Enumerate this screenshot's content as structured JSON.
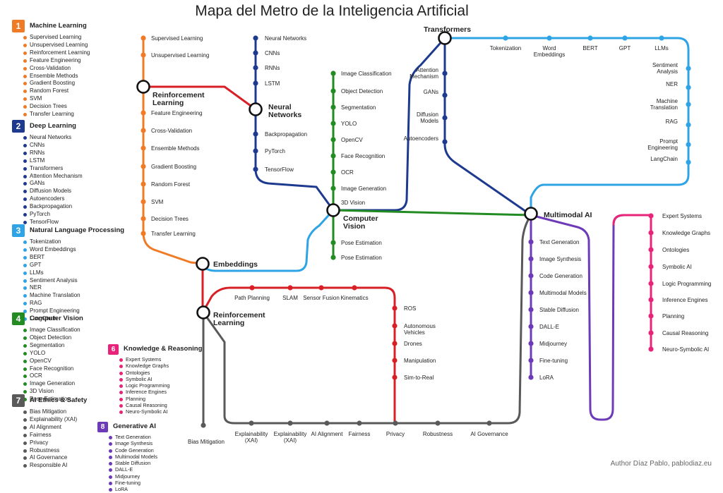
{
  "title": "Mapa del Metro de la Inteligencia Artificial",
  "author": "Author Díaz Pablo, pablodiaz.eu",
  "colors": {
    "ml": "#f07b27",
    "dl": "#1d3a8f",
    "nlp": "#2ea4e6",
    "cv": "#228b22",
    "ethics": "#595959",
    "kr": "#e8247a",
    "gen": "#6d3ab8",
    "robot": "#d91f26"
  },
  "legend": [
    {
      "num": "1",
      "title": "Machine Learning",
      "color_key": "ml",
      "items": [
        "Supervised Learning",
        "Unsupervised Learning",
        "Reinforcement Learning",
        "Feature Engineering",
        "Cross-Validation",
        "Ensemble Methods",
        "Gradient Boosting",
        "Random Forest",
        "SVM",
        "Decision Trees",
        "Transfer Learning"
      ]
    },
    {
      "num": "2",
      "title": "Deep Learning",
      "color_key": "dl",
      "items": [
        "Neural Networks",
        "CNNs",
        "RNNs",
        "LSTM",
        "Transformers",
        "Attention Mechanism",
        "GANs",
        "Diffusion Models",
        "Autoencoders",
        "Backpropagation",
        "PyTorch",
        "TensorFlow"
      ]
    },
    {
      "num": "3",
      "title": "Natural Language Processing",
      "color_key": "nlp",
      "items": [
        "Tokenization",
        "Word Embeddings",
        "BERT",
        "GPT",
        "LLMs",
        "Sentiment Analysis",
        "NER",
        "Machine Translation",
        "RAG",
        "Prompt Engineering",
        "LangChain"
      ]
    },
    {
      "num": "4",
      "title": "Computer Vision",
      "color_key": "cv",
      "items": [
        "Image Classification",
        "Object Detection",
        "Segmentation",
        "YOLO",
        "OpenCV",
        "Face Recognition",
        "OCR",
        "Image Generation",
        "3D Vision",
        "Pose Estimation"
      ]
    },
    {
      "num": "7",
      "title": "AI Ethics & Safety",
      "color_key": "ethics",
      "items": [
        "Bias Mitigation",
        "Explainability (XAI)",
        "AI Alignment",
        "Fairness",
        "Privacy",
        "Robustness",
        "AI Governance",
        "Responsible AI"
      ]
    },
    {
      "num": "6",
      "title": "Knowledge & Reasoning",
      "color_key": "kr",
      "items": [
        "Expert Systems",
        "Knowledge Graphs",
        "Ontologies",
        "Symbolic AI",
        "Logic Programming",
        "Inference Engines",
        "Planning",
        "Causal Reasoning",
        "Neuro-Symbolic AI"
      ]
    },
    {
      "num": "8",
      "title": "Generative AI",
      "color_key": "gen",
      "items": [
        "Text Generation",
        "Image Synthesis",
        "Code Generation",
        "Multimodal Models",
        "Stable Diffusion",
        "DALL-E",
        "Midjourney",
        "Fine-tuning",
        "LoRA"
      ]
    }
  ],
  "hubs": {
    "rl_top": "Reinforcement Learning",
    "nn": "Neural Networks",
    "transformers": "Transformers",
    "cv": "Computer Vision",
    "multimodal": "Multimodal AI",
    "embeddings": "Embeddings",
    "rl_bottom": "Reinforcement Learning"
  },
  "stations": {
    "ml": [
      "Supervised Learning",
      "Unsupervised Learning",
      "Reinforcement Learning",
      "Feature Engineering",
      "Cross-Validation",
      "Ensemble Methods",
      "Gradient Boosting",
      "Random Forest",
      "SVM",
      "Decision Trees",
      "Transfer Learning"
    ],
    "dl": [
      "Neural Networks",
      "CNNs",
      "RNNs",
      "LSTM",
      "Backpropagation",
      "PyTorch",
      "TensorFlow"
    ],
    "dl_branch": [
      "Attention Mechanism",
      "GANs",
      "Diffusion Models",
      "Autoencoders"
    ],
    "cv": [
      "Image Classification",
      "Object Detection",
      "Segmentation",
      "YOLO",
      "OpenCV",
      "Face Recognition",
      "OCR",
      "Image Generation",
      "3D Vision",
      "Pose Estimation",
      "Pose Estimation"
    ],
    "nlp_top": [
      "Tokenization",
      "Word Embeddings",
      "BERT",
      "GPT",
      "LLMs"
    ],
    "nlp_side": [
      "Sentiment Analysis",
      "NER",
      "Machine Translation",
      "RAG",
      "Prompt Engineering",
      "LangChain"
    ],
    "robot_top": [
      "Path Planning",
      "SLAM",
      "Sensor Fusion",
      "Kinematics"
    ],
    "robot_side": [
      "ROS",
      "Autonomous Vehicles",
      "Drones",
      "Manipulation",
      "Sim-to-Real"
    ],
    "ethics": [
      "Bias Mitigation",
      "Explainability (XAI)",
      "Explainability (XAI)",
      "AI Alignment",
      "Fairness",
      "Privacy",
      "Robustness",
      "AI Governance"
    ],
    "gen": [
      "Text Generation",
      "Image Synthesis",
      "Code Generation",
      "Multimodal Models",
      "Stable Diffusion",
      "DALL-E",
      "Midjourney",
      "Fine-tuning",
      "LoRA"
    ],
    "kr": [
      "Expert Systems",
      "Knowledge Graphs",
      "Ontologies",
      "Symbolic AI",
      "Logic Programming",
      "Inference Engines",
      "Planning",
      "Causal Reasoning",
      "Neuro-Symbolic AI"
    ]
  }
}
